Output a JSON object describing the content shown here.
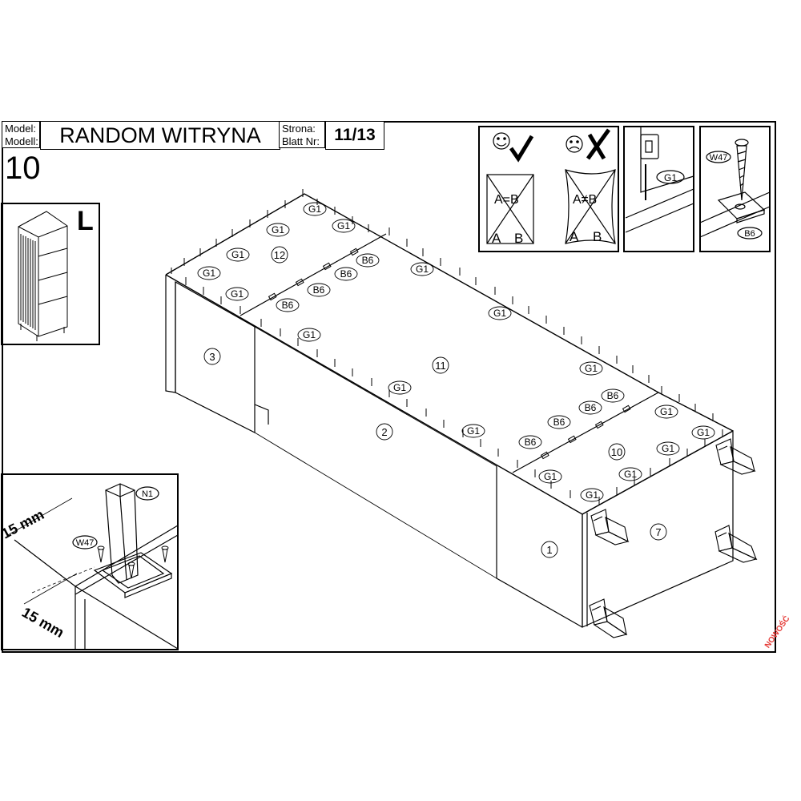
{
  "header": {
    "model_label_1": "Model:",
    "model_label_2": "Modell:",
    "model_name": "RANDOM WITRYNA",
    "page_label_1": "Strona:",
    "page_label_2": "Blatt Nr:",
    "page_value": "11/13"
  },
  "step_number": "10",
  "thumbnail": {
    "side_letter": "L"
  },
  "legend": {
    "correct_formula": "A=B",
    "incorrect_formula": "A≠B",
    "corner_a": "A",
    "corner_b": "B",
    "dowel_label": "G1",
    "screw_label": "W47",
    "plate_label": "B6"
  },
  "panels": [
    "1",
    "2",
    "3",
    "7",
    "10",
    "11",
    "12"
  ],
  "parts": {
    "dowel": "G1",
    "connector": "B6"
  },
  "leg_detail": {
    "leg_label": "N1",
    "screw_label": "W47",
    "dimension_1": "15 mm",
    "dimension_2": "15 mm"
  },
  "watermark": "NOWOŚĆ",
  "colors": {
    "line": "#000000",
    "watermark": "#e53935"
  }
}
